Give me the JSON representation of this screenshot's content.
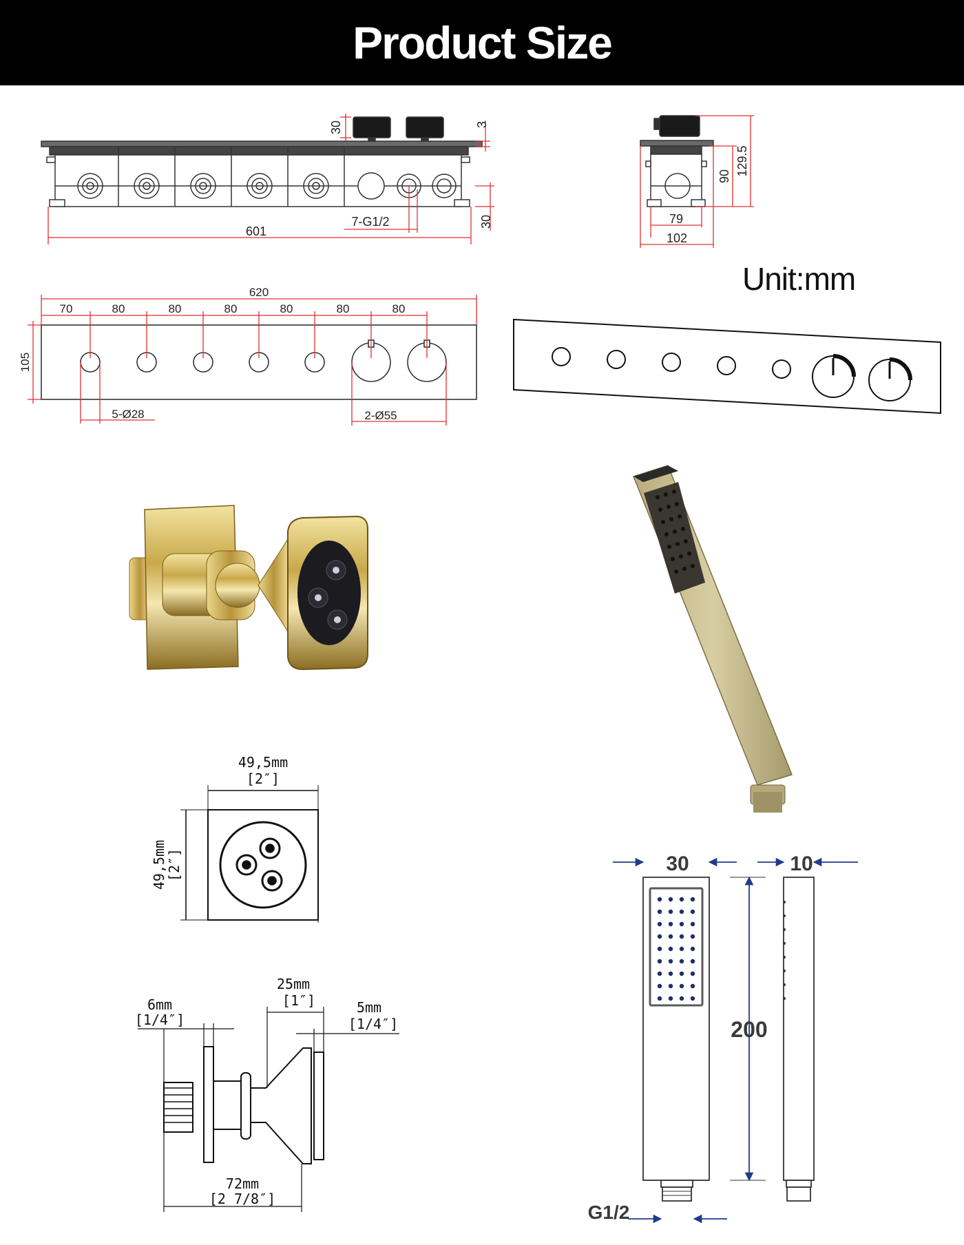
{
  "header": {
    "title": "Product Size"
  },
  "unit_label": "Unit:mm",
  "top_view": {
    "d_height_30": "30",
    "d_top_3": "3",
    "d_bottom_30": "30",
    "d_thread": "7-G1/2",
    "d_length": "601"
  },
  "side_view": {
    "d_height": "129.5",
    "d_body": "90",
    "d_inner": "79",
    "d_outer": "102"
  },
  "front_view": {
    "d_total": "620",
    "d_first": "70",
    "d_spacing": [
      "80",
      "80",
      "80",
      "80",
      "80",
      "80"
    ],
    "d_height": "105",
    "d_small_holes": "5-Ø28",
    "d_large_holes": "2-Ø55"
  },
  "body_jet": {
    "width_mm": "49,5mm",
    "width_in": "[2″]",
    "height_mm": "49,5mm",
    "height_in": "[2″]",
    "d6_mm": "6mm",
    "d6_in": "[1/4″]",
    "d25_mm": "25mm",
    "d25_in": "[1″]",
    "d5_mm": "5mm",
    "d5_in": "[1/4″]",
    "d72_mm": "72mm",
    "d72_in": "[2 7/8″]"
  },
  "hand_shower": {
    "width": "30",
    "depth": "10",
    "length": "200",
    "thread": "G1/2"
  },
  "colors": {
    "dimension_red": "#e03030",
    "gold": "#c9b061",
    "brushed_gold": "#c8bc8a"
  }
}
